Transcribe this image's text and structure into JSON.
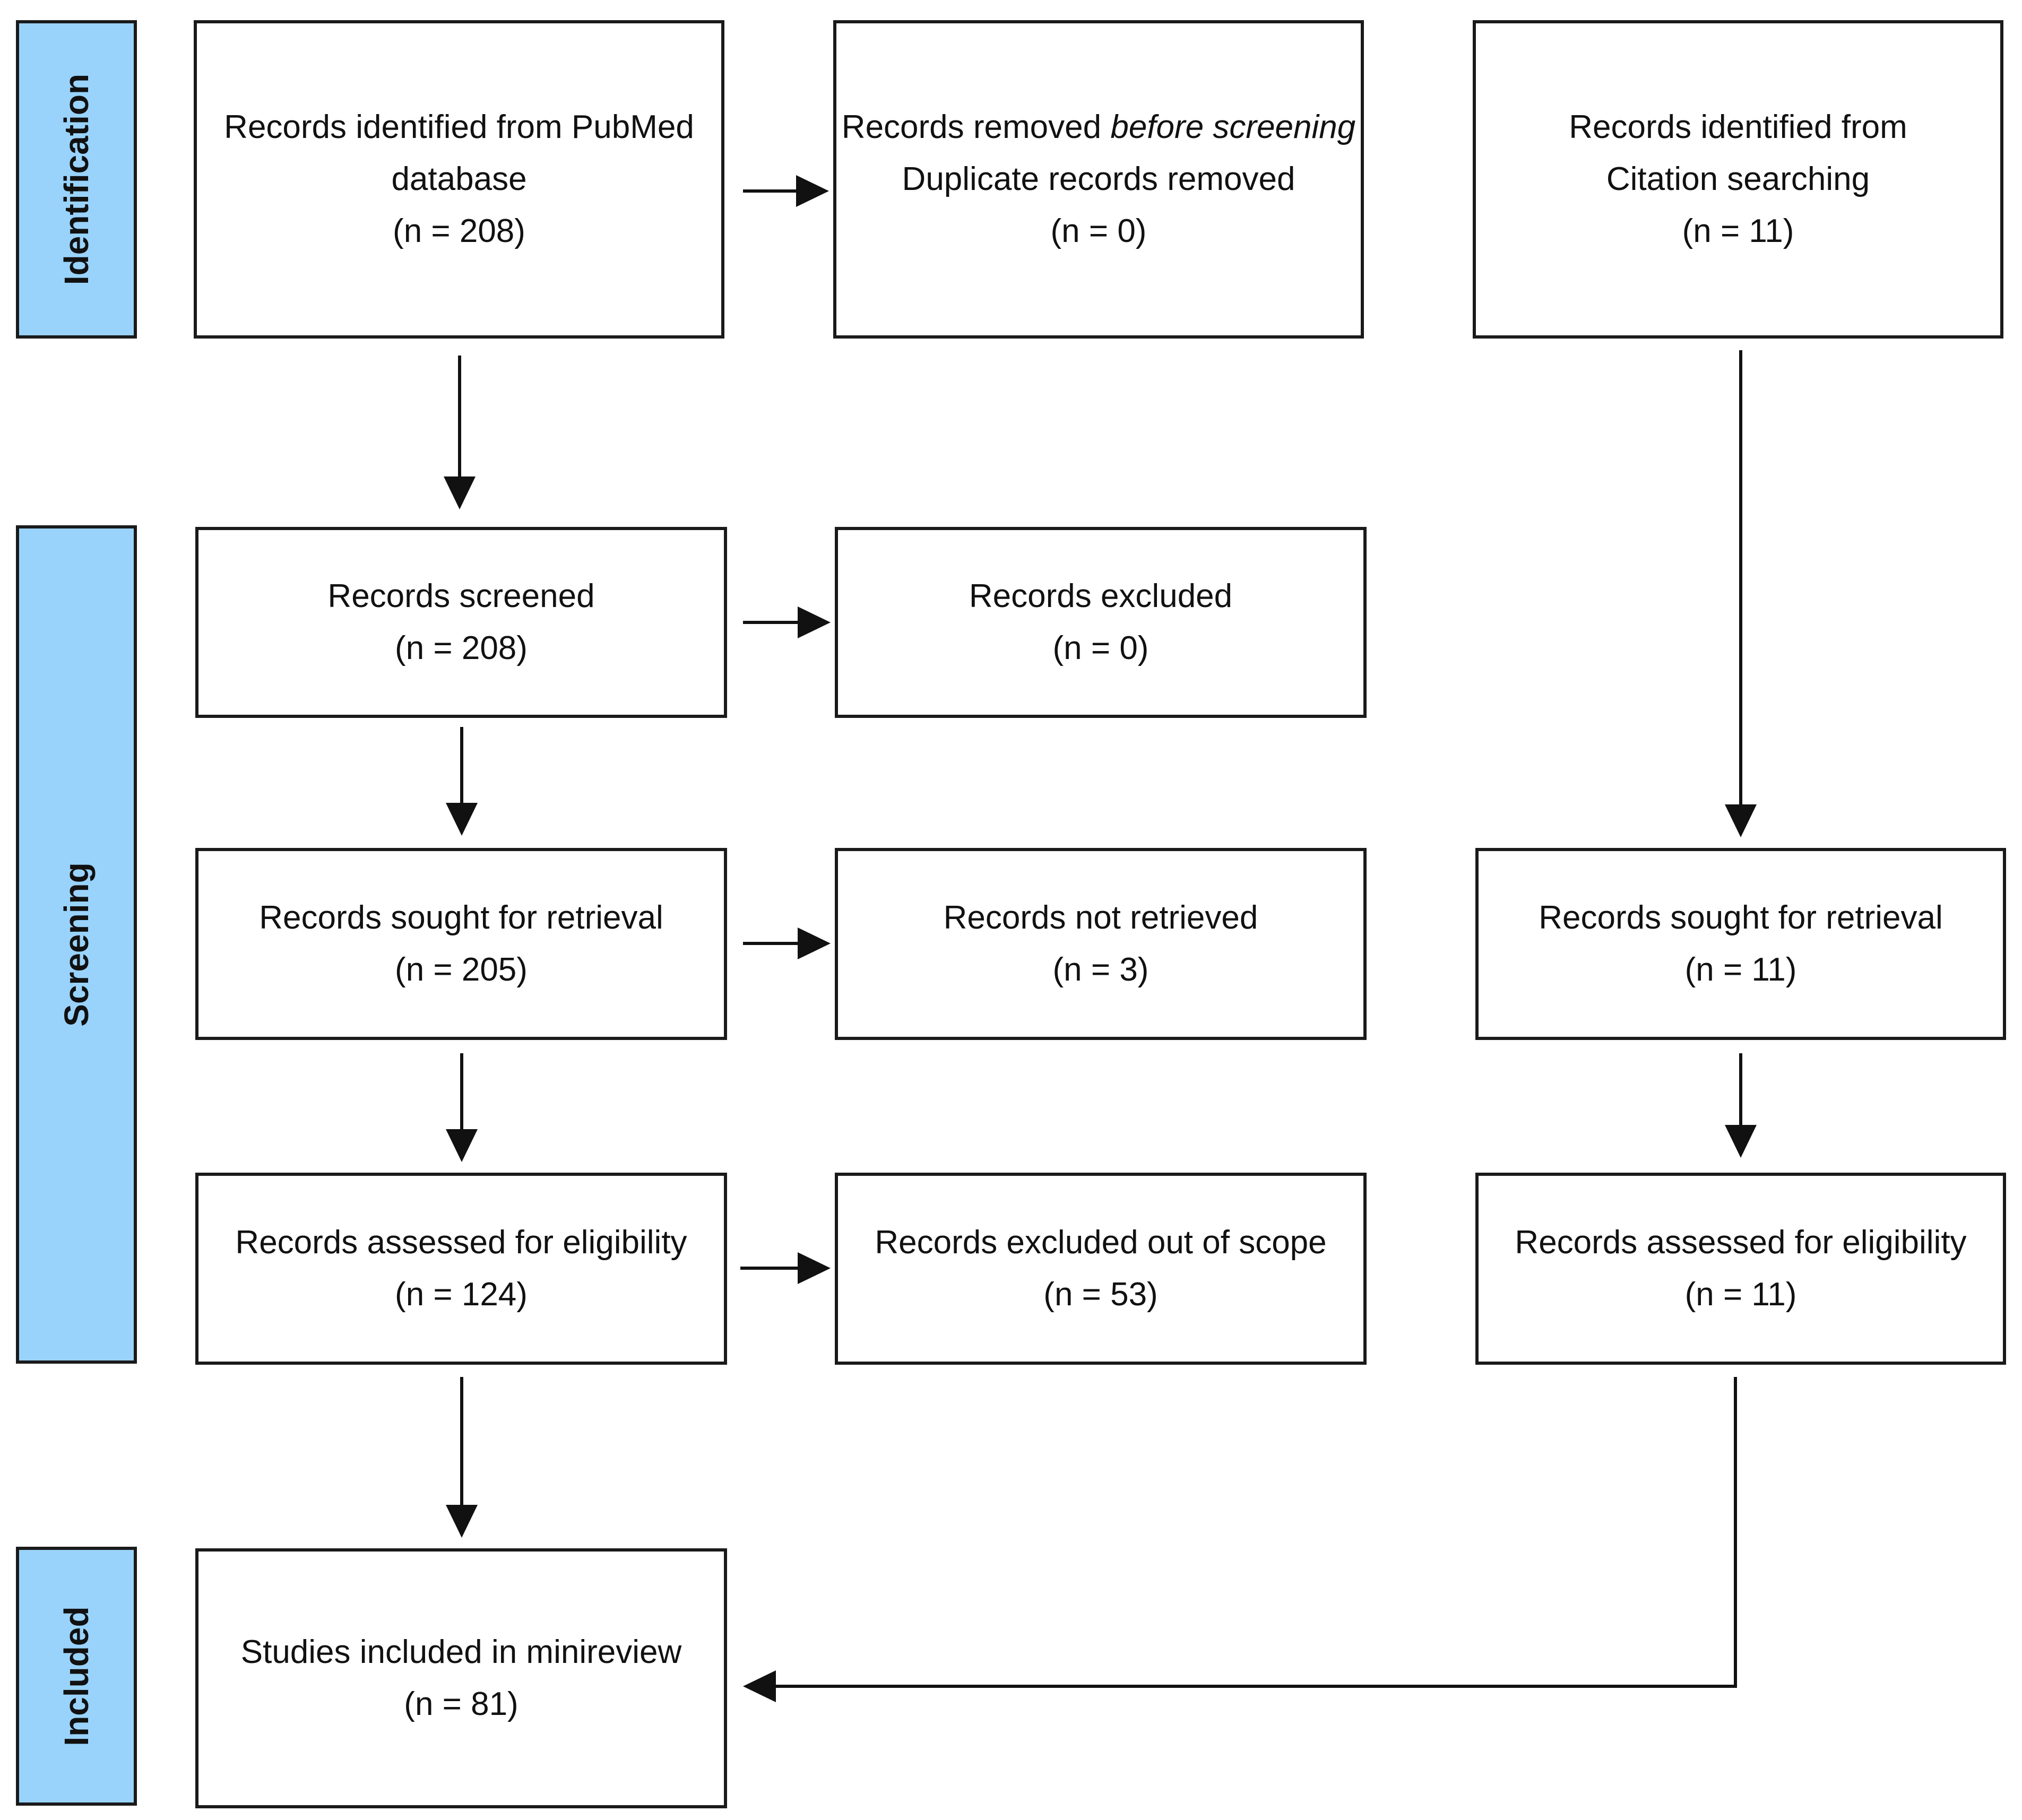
{
  "phases": {
    "identification": "Identification",
    "screening": "Screening",
    "included": "Included"
  },
  "boxes": {
    "pubmed": {
      "line1": "Records identified from PubMed",
      "line2": "database",
      "count": "(n = 208)"
    },
    "removed": {
      "line1_prefix": "Records removed ",
      "line1_emphasis": "before screening",
      "line2": "Duplicate records removed",
      "count": "(n = 0)"
    },
    "citation": {
      "line1": "Records identified from",
      "line2": "Citation searching",
      "count": "(n = 11)"
    },
    "screened": {
      "label": "Records screened",
      "count": "(n = 208)"
    },
    "excluded": {
      "label": "Records excluded",
      "count": "(n = 0)"
    },
    "sought": {
      "label": "Records sought for retrieval",
      "count": "(n = 205)"
    },
    "not_retrieved": {
      "label": "Records not retrieved",
      "count": "(n = 3)"
    },
    "sought_citation": {
      "label": "Records sought for retrieval",
      "count": "(n = 11)"
    },
    "assessed": {
      "label": "Records assessed for eligibility",
      "count": "(n = 124)"
    },
    "out_of_scope": {
      "label": "Records excluded out of scope",
      "count": "(n = 53)"
    },
    "assessed_citation": {
      "label": "Records assessed for eligibility",
      "count": "(n = 11)"
    },
    "included": {
      "label": "Studies included in minireview",
      "count": "(n = 81)"
    }
  }
}
